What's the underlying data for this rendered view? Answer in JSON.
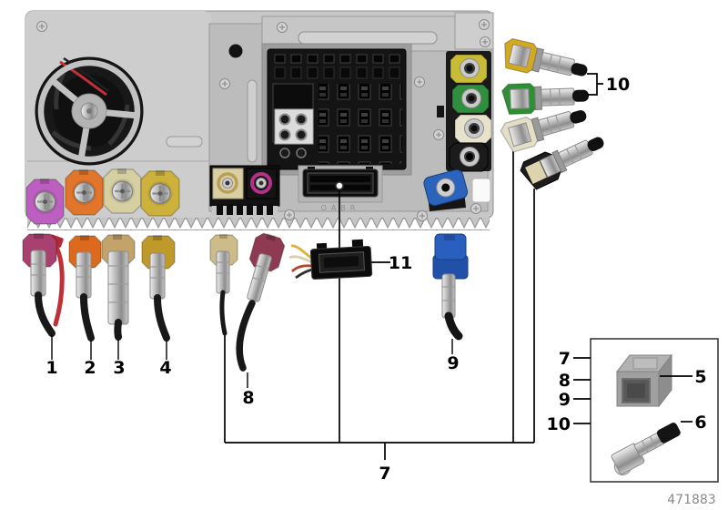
{
  "drawing_number": "471883",
  "port_label": "OABR",
  "callouts": {
    "c1": "1",
    "c2": "2",
    "c3": "3",
    "c4": "4",
    "c5": "5",
    "c6": "6",
    "c7": "7",
    "c8": "8",
    "c9": "9",
    "c10": "10",
    "c11": "11"
  },
  "legend": {
    "rows": [
      "7",
      "8",
      "9",
      "10"
    ],
    "items": [
      "5",
      "6"
    ]
  },
  "colors": {
    "connector1_head": "#a8416f",
    "connector2_head": "#db6a1f",
    "connector3_head": "#c2a36a",
    "connector4_head": "#c0992b",
    "connector7_head": "#cdbb8a",
    "connector8_head": "#8e3a52",
    "connector9_head": "#2a5fc0",
    "connector10_yellow": "#d2a91f",
    "connector10_green": "#2f8f35",
    "connector10_cream": "#e3dec6",
    "connector10_black": "#1c1c1c",
    "jack_pink": "#bd5fc0",
    "jack_orange": "#e2752c",
    "jack_cream": "#d5cfa2",
    "jack_yellow": "#ccb13d",
    "port_yellow": "#c9bc35",
    "port_green": "#2f8f3f",
    "port_cream": "#e6e2cc",
    "port_black": "#1b1b1b",
    "port_blue": "#2a64bd",
    "fakra_beige": "#d9cfa6",
    "fakra_magenta": "#b5308a",
    "wire_red": "#c03038"
  }
}
